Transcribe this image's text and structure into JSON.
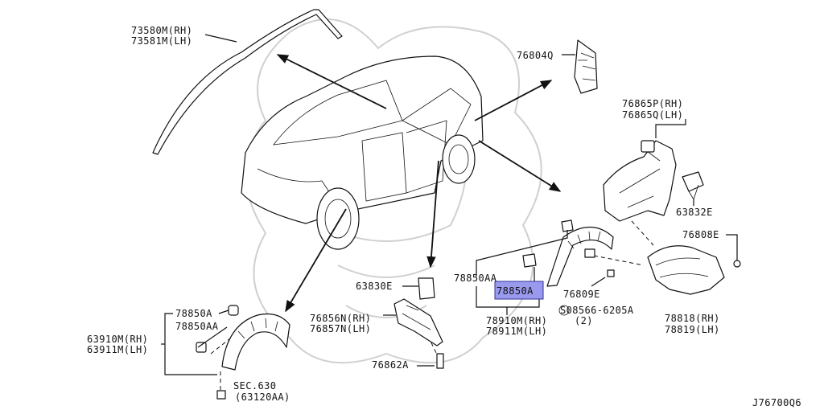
{
  "labels": {
    "roof_rh": "73580M(RH)",
    "roof_lh": "73581M(LH)",
    "p76804q": "76804Q",
    "p76865p": "76865P(RH)",
    "p76865q": "76865Q(LH)",
    "p63832e": "63832E",
    "p76808e": "76808E",
    "p78850aa_rear": "78850AA",
    "p78850a_rear": "78850A",
    "p76809e": "76809E",
    "screw": "S08566-6205A",
    "screw_qty": "(2)",
    "p78910m": "78910M(RH)",
    "p78911m": "78911M(LH)",
    "p78818": "78818(RH)",
    "p78819": "78819(LH)",
    "p63830e": "63830E",
    "p76856n": "76856N(RH)",
    "p76857n": "76857N(LH)",
    "p76862a": "76862A",
    "p78850a_front": "78850A",
    "p78850aa_front": "78850AA",
    "p63910m": "63910M(RH)",
    "p63911m": "63911M(LH)",
    "sec630": "SEC.630",
    "p63120aa": "(63120AA)",
    "diagram_code": "J76700Q6"
  },
  "highlight_color": "#9999ee"
}
